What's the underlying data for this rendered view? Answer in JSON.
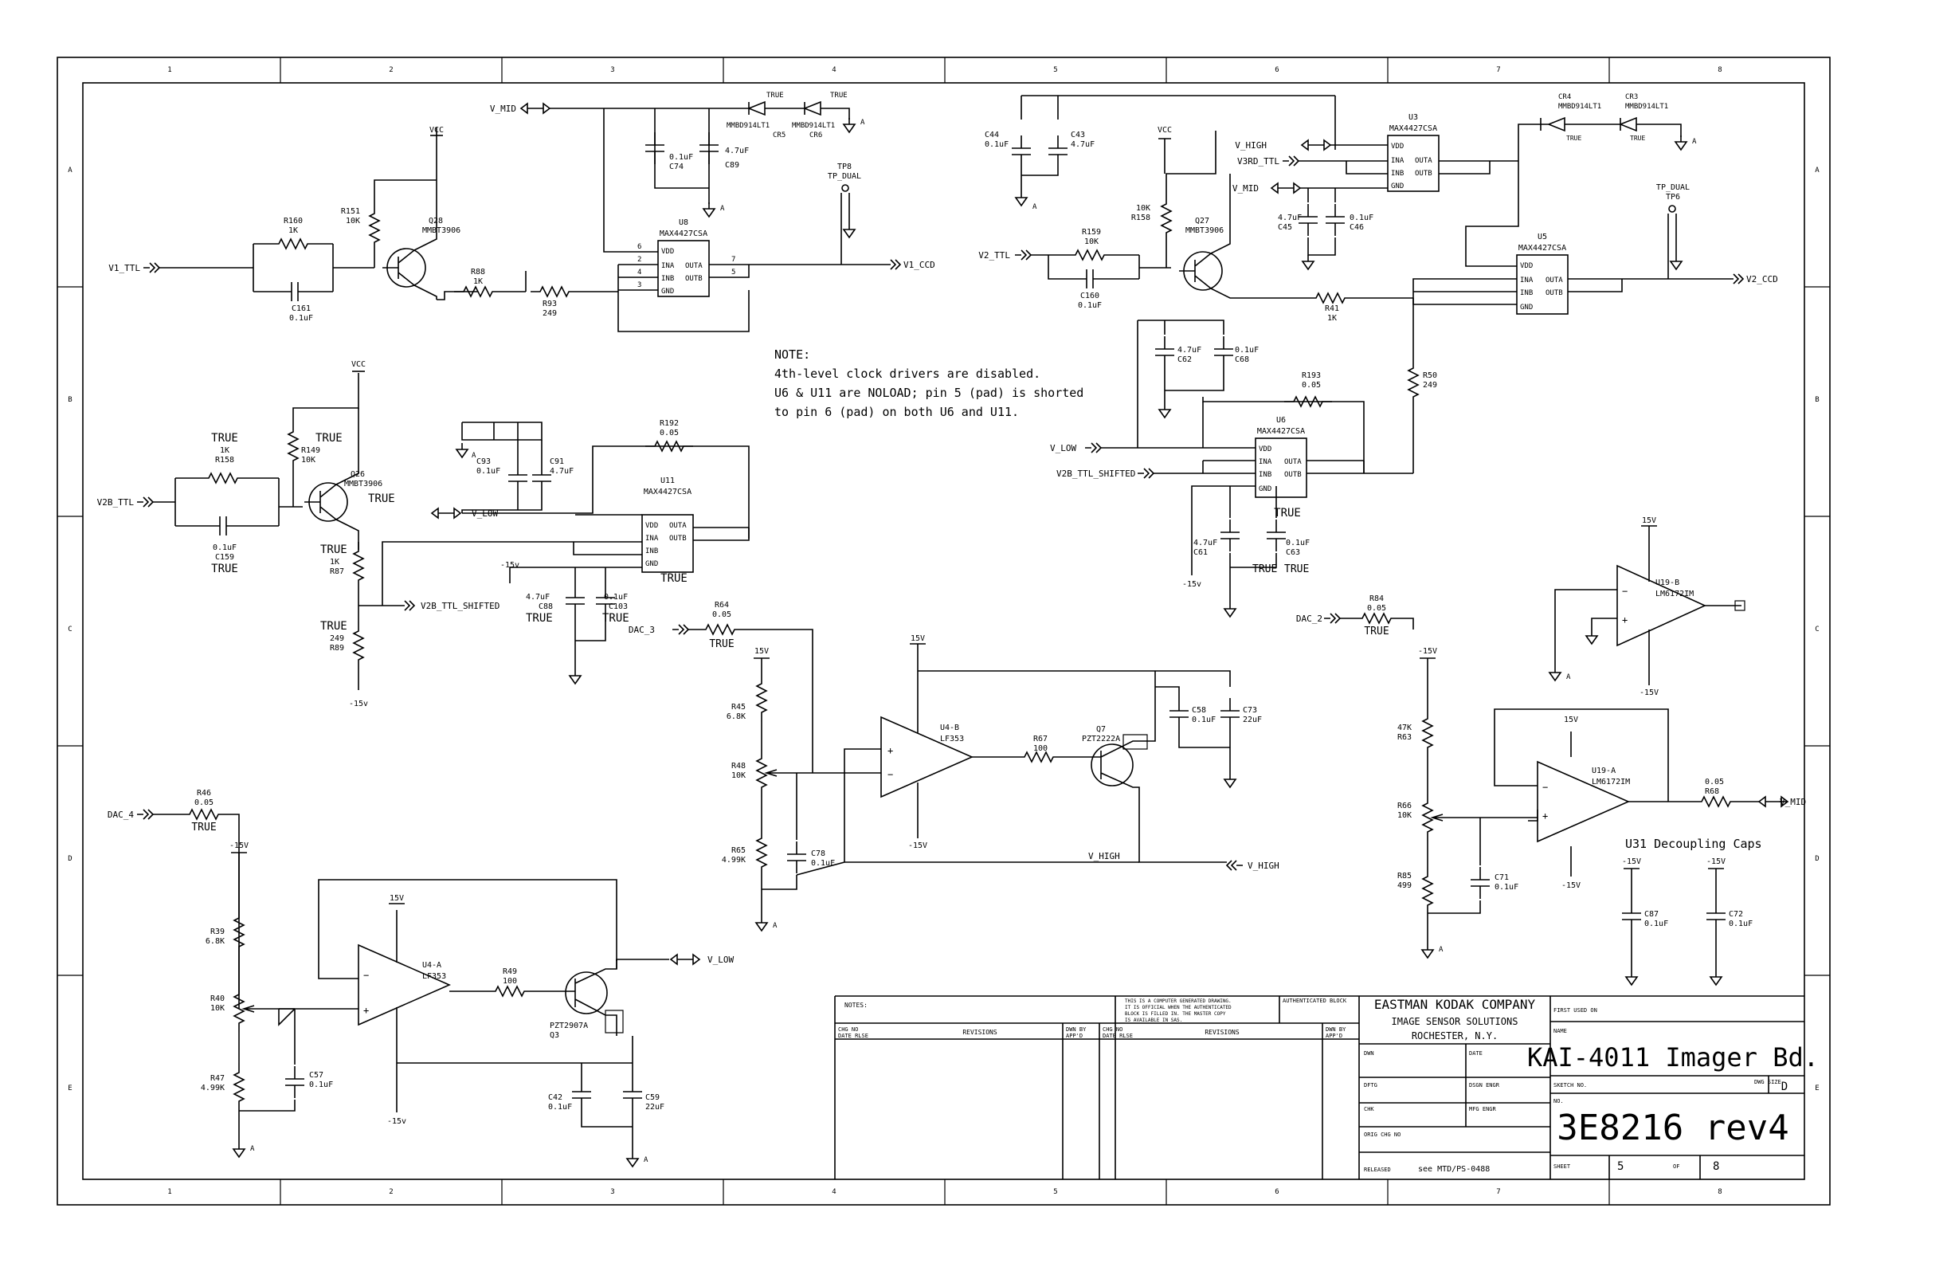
{
  "zone_columns": [
    "1",
    "2",
    "3",
    "4",
    "5",
    "6",
    "7",
    "8"
  ],
  "zone_rows": [
    "A",
    "B",
    "C",
    "D",
    "E"
  ],
  "note": {
    "title": "NOTE:",
    "lines": [
      "4th-level clock drivers are disabled.",
      "U6 & U11 are NOLOAD; pin 5 (pad) is shorted",
      "to pin 6 (pad) on both U6 and U11."
    ]
  },
  "nets": {
    "v_mid": "V_MID",
    "v_mid2": "V_MID",
    "v_mid3": "V_MID",
    "v1_ttl": "V1_TTL",
    "v1_ccd": "V1_CCD",
    "v2_ttl": "V2_TTL",
    "v2_ccd": "V2_CCD",
    "v2b_ttl": "V2B_TTL",
    "v2b_ttl_shifted": "V2B_TTL_SHIFTED",
    "v2b_ttl_shifted2": "V2B_TTL_SHIFTED",
    "v_high": "V_HIGH",
    "v_high2": "V_HIGH",
    "v3rd_ttl": "V3RD_TTL",
    "v_low": "V_LOW",
    "v_low2": "V_LOW",
    "v_low3": "V_LOW",
    "dac_2": "DAC_2",
    "dac_3": "DAC_3",
    "dac_4": "DAC_4",
    "tp8": "TP8",
    "tp8_net": "TP_DUAL",
    "tp6": "TP6",
    "tp6_net": "TP_DUAL"
  },
  "power": {
    "vcc": "VCC",
    "p15": "15V",
    "n15": "-15V",
    "n15v": "-15v",
    "gnd": "A"
  },
  "ics": {
    "u8": {
      "ref": "U8",
      "part": "MAX4427CSA"
    },
    "u3": {
      "ref": "U3",
      "part": "MAX4427CSA"
    },
    "u5": {
      "ref": "U5",
      "part": "MAX4427CSA"
    },
    "u6": {
      "ref": "U6",
      "part": "MAX4427CSA"
    },
    "u11": {
      "ref": "U11",
      "part": "MAX4427CSA"
    },
    "u4b": {
      "ref": "U4-B",
      "part": "LF353"
    },
    "u4a": {
      "ref": "U4-A",
      "part": "LF353"
    },
    "u19b": {
      "ref": "U19-B",
      "part": "LM6172IM"
    },
    "u19a": {
      "ref": "U19-A",
      "part": "LM6172IM"
    }
  },
  "driver_pins": {
    "vdd": "VDD",
    "ina": "INA",
    "inb": "INB",
    "gnd": "GND",
    "outa": "OUTA",
    "outb": "OUTB",
    "p6": "6",
    "p2": "2",
    "p4": "4",
    "p3": "3",
    "p7": "7",
    "p5": "5"
  },
  "transistors": {
    "q28": {
      "ref": "Q28",
      "part": "MMBT3906"
    },
    "q27": {
      "ref": "Q27",
      "part": "MMBT3906"
    },
    "q26": {
      "ref": "Q26",
      "part": "MMBT3906"
    },
    "q7": {
      "ref": "Q7",
      "part": "PZT2222A"
    },
    "q3": {
      "ref": "Q3",
      "part": "PZT2907A"
    }
  },
  "components": {
    "r160": {
      "ref": "R160",
      "val": "1K"
    },
    "r151": {
      "ref": "R151",
      "val": "10K"
    },
    "r88": {
      "ref": "R88",
      "val": "1K"
    },
    "r93": {
      "ref": "R93",
      "val": "249"
    },
    "c161": {
      "ref": "C161",
      "val": "0.1uF"
    },
    "c74": {
      "ref": "C74",
      "val": "0.1uF"
    },
    "c89": {
      "ref": "C89",
      "val": "4.7uF"
    },
    "cr5": {
      "ref": "CR5",
      "part": "MMBD914LT1"
    },
    "cr6": {
      "ref": "CR6",
      "part": "MMBD914LT1"
    },
    "c44": {
      "ref": "C44",
      "val": "0.1uF"
    },
    "c43": {
      "ref": "C43",
      "val": "4.7uF"
    },
    "c45": {
      "ref": "C45",
      "val": "4.7uF"
    },
    "c46": {
      "ref": "C46",
      "val": "0.1uF"
    },
    "r159": {
      "ref": "R159",
      "val": "10K"
    },
    "c160": {
      "ref": "C160",
      "val": "0.1uF"
    },
    "r158b": {
      "ref": "R158",
      "val": "10K"
    },
    "r41": {
      "ref": "R41",
      "val": "1K"
    },
    "r50": {
      "ref": "R50",
      "val": "249"
    },
    "cr4": {
      "ref": "CR4",
      "part": "MMBD914LT1"
    },
    "cr3": {
      "ref": "CR3",
      "part": "MMBD914LT1"
    },
    "c62": {
      "ref": "C62",
      "val": "4.7uF"
    },
    "c68": {
      "ref": "C68",
      "val": "0.1uF"
    },
    "r193": {
      "ref": "R193",
      "val": "0.05"
    },
    "c61": {
      "ref": "C61",
      "val": "4.7uF"
    },
    "c63": {
      "ref": "C63",
      "val": "0.1uF"
    },
    "r158": {
      "ref": "R158",
      "val": "1K"
    },
    "r149": {
      "ref": "R149",
      "val": "10K"
    },
    "c159": {
      "ref": "C159",
      "val": "0.1uF"
    },
    "r87": {
      "ref": "R87",
      "val": "1K"
    },
    "r89": {
      "ref": "R89",
      "val": "249"
    },
    "c93": {
      "ref": "C93",
      "val": "0.1uF"
    },
    "c91": {
      "ref": "C91",
      "val": "4.7uF"
    },
    "r192": {
      "ref": "R192",
      "val": "0.05"
    },
    "c88": {
      "ref": "C88",
      "val": "4.7uF"
    },
    "c103": {
      "ref": "C103",
      "val": "0.1uF"
    },
    "r64": {
      "ref": "R64",
      "val": "0.05"
    },
    "r45": {
      "ref": "R45",
      "val": "6.8K"
    },
    "r48": {
      "ref": "R48",
      "val": "10K"
    },
    "r65": {
      "ref": "R65",
      "val": "4.99K"
    },
    "c78": {
      "ref": "C78",
      "val": "0.1uF"
    },
    "r67": {
      "ref": "R67",
      "val": "100"
    },
    "c58": {
      "ref": "C58",
      "val": "0.1uF"
    },
    "c73": {
      "ref": "C73",
      "val": "22uF"
    },
    "r84": {
      "ref": "R84",
      "val": "0.05"
    },
    "r63": {
      "ref": "R63",
      "val": "47K"
    },
    "r66": {
      "ref": "R66",
      "val": "10K"
    },
    "r85": {
      "ref": "R85",
      "val": "499"
    },
    "c71": {
      "ref": "C71",
      "val": "0.1uF"
    },
    "r68": {
      "ref": "R68",
      "val": "0.05"
    },
    "c87": {
      "ref": "C87",
      "val": "0.1uF"
    },
    "c72": {
      "ref": "C72",
      "val": "0.1uF"
    },
    "r46": {
      "ref": "R46",
      "val": "0.05"
    },
    "r39": {
      "ref": "R39",
      "val": "6.8K"
    },
    "r40": {
      "ref": "R40",
      "val": "10K"
    },
    "r47": {
      "ref": "R47",
      "val": "4.99K"
    },
    "c57": {
      "ref": "C57",
      "val": "0.1uF"
    },
    "r49": {
      "ref": "R49",
      "val": "100"
    },
    "c42": {
      "ref": "C42",
      "val": "0.1uF"
    },
    "c59": {
      "ref": "C59",
      "val": "22uF"
    }
  },
  "true_mark": "TRUE",
  "decoupling_label": "U31 Decoupling Caps",
  "title_block": {
    "notes": "NOTES:",
    "disclaimer": [
      "THIS IS A COMPUTER GENERATED DRAWING.",
      "IT IS OFFICIAL WHEN THE AUTHENTICATED",
      "BLOCK IS FILLED IN. THE MASTER COPY",
      "IS AVAILABLE IN SAS."
    ],
    "authenticated": "AUTHENTICATED BLOCK",
    "company": "EASTMAN KODAK COMPANY",
    "division": "IMAGE SENSOR SOLUTIONS",
    "city": "ROCHESTER, N.Y.",
    "first_used_on": "FIRST USED ON",
    "name": "NAME",
    "board_name": "KAI-4011 Imager Bd.",
    "sketch_no": "SKETCH NO.",
    "dwg_size": "DWG SIZE",
    "size": "D",
    "no": "NO.",
    "drawing_no": "3E8216 rev4",
    "sheet": "SHEET",
    "sheet_num": "5",
    "of": "OF",
    "sheet_total": "8",
    "released": "RELEASED",
    "released_ref": "see MTD/PS-0488",
    "dwn": "DWN",
    "date": "DATE",
    "dftg": "DFTG",
    "dsgn_engr": "DSGN ENGR",
    "chk": "CHK",
    "mfg_engr": "MFG ENGR",
    "orig_chg_no": "ORIG CHG NO",
    "chg_no": "CHG NO",
    "date_rlse": "DATE RLSE",
    "revisions": "REVISIONS",
    "dwn_by": "DWN BY",
    "appd": "APP'D"
  }
}
